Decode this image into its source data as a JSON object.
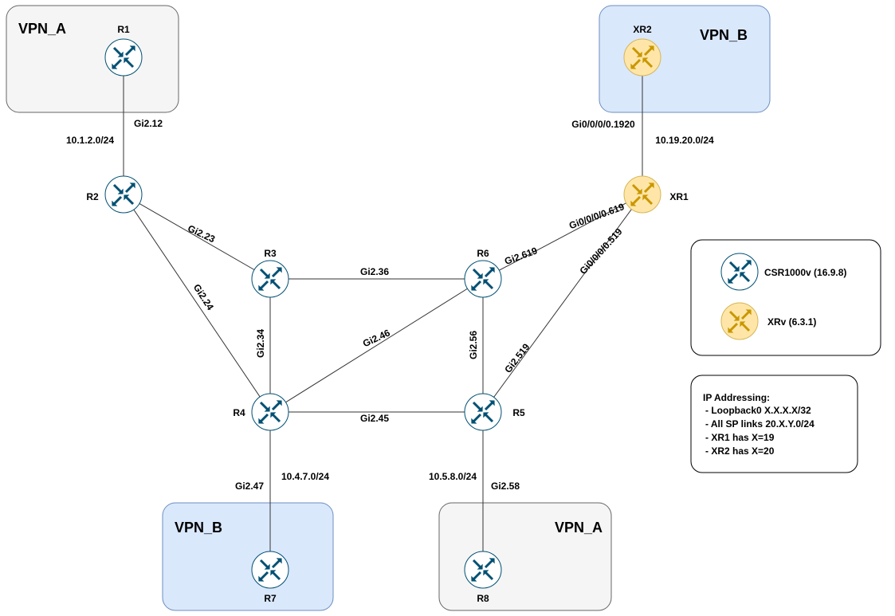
{
  "vpn_groups": [
    {
      "id": "vpn-a-top",
      "label": "VPN_A",
      "fill": "#f5f5f5",
      "stroke": "#666666"
    },
    {
      "id": "vpn-b-top",
      "label": "VPN_B",
      "fill": "#dae8fc",
      "stroke": "#6c8ebf"
    },
    {
      "id": "vpn-b-bottom",
      "label": "VPN_B",
      "fill": "#dae8fc",
      "stroke": "#6c8ebf"
    },
    {
      "id": "vpn-a-bottom",
      "label": "VPN_A",
      "fill": "#f5f5f5",
      "stroke": "#666666"
    }
  ],
  "routers": [
    {
      "id": "R1",
      "label": "R1",
      "type": "csr"
    },
    {
      "id": "R2",
      "label": "R2",
      "type": "csr"
    },
    {
      "id": "R3",
      "label": "R3",
      "type": "csr"
    },
    {
      "id": "R4",
      "label": "R4",
      "type": "csr"
    },
    {
      "id": "R5",
      "label": "R5",
      "type": "csr"
    },
    {
      "id": "R6",
      "label": "R6",
      "type": "csr"
    },
    {
      "id": "R7",
      "label": "R7",
      "type": "csr"
    },
    {
      "id": "R8",
      "label": "R8",
      "type": "csr"
    },
    {
      "id": "XR1",
      "label": "XR1",
      "type": "xrv"
    },
    {
      "id": "XR2",
      "label": "XR2",
      "type": "xrv"
    }
  ],
  "links": [
    {
      "from": "R1",
      "to": "R2",
      "labels": [
        "Gi2.12",
        "10.1.2.0/24"
      ]
    },
    {
      "from": "R2",
      "to": "R3",
      "labels": [
        "Gi2.23"
      ]
    },
    {
      "from": "R2",
      "to": "R4",
      "labels": [
        "Gi2.24"
      ]
    },
    {
      "from": "R3",
      "to": "R6",
      "labels": [
        "Gi2.36"
      ]
    },
    {
      "from": "R3",
      "to": "R4",
      "labels": [
        "Gi2.34"
      ]
    },
    {
      "from": "R4",
      "to": "R6",
      "labels": [
        "Gi2.46"
      ]
    },
    {
      "from": "R4",
      "to": "R5",
      "labels": [
        "Gi2.45"
      ]
    },
    {
      "from": "R6",
      "to": "R5",
      "labels": [
        "Gi2.56"
      ]
    },
    {
      "from": "R6",
      "to": "XR1",
      "labels": [
        "Gi2.619",
        "Gi0/0/0/0.619"
      ]
    },
    {
      "from": "R5",
      "to": "XR1",
      "labels": [
        "Gi2.519",
        "Gi0/0/0/0.519"
      ]
    },
    {
      "from": "XR2",
      "to": "XR1",
      "labels": [
        "Gi0/0/0/0.1920",
        "10.19.20.0/24"
      ]
    },
    {
      "from": "R4",
      "to": "R7",
      "labels": [
        "Gi2.47",
        "10.4.7.0/24"
      ]
    },
    {
      "from": "R5",
      "to": "R8",
      "labels": [
        "10.5.8.0/24",
        "Gi2.58"
      ]
    }
  ],
  "legend": {
    "items": [
      {
        "type": "csr",
        "label": "CSR1000v (16.9.8)"
      },
      {
        "type": "xrv",
        "label": "XRv (6.3.1)"
      }
    ]
  },
  "ip_addressing": {
    "title": "IP Addressing:",
    "lines": [
      "- Loopback0  X.X.X.X/32",
      "- All SP links 20.X.Y.0/24",
      "- XR1 has X=19",
      "- XR2 has X=20"
    ]
  },
  "colors": {
    "csr_fill": "#ffffff",
    "csr_arrow": "#005073",
    "csr_stroke": "#005073",
    "xrv_fill": "#ffe6a8",
    "xrv_arrow": "#c99700",
    "xrv_stroke": "#d6b656",
    "link": "#333333",
    "legend_box": "#000000"
  },
  "icons": {
    "csr": "router-icon",
    "xrv": "xr-router-icon"
  }
}
